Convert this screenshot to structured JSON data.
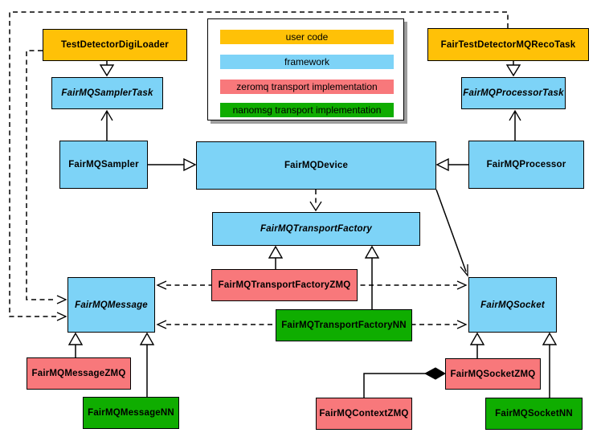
{
  "colors": {
    "user_code": "#FFC107",
    "framework": "#7DD3F7",
    "zeromq": "#F8787B",
    "nanomsg": "#0FAD00"
  },
  "legend": {
    "items": [
      {
        "label": "user code",
        "color": "user_code"
      },
      {
        "label": "framework",
        "color": "framework"
      },
      {
        "label": "zeromq transport implementation",
        "color": "zeromq"
      },
      {
        "label": "nanomsg transport implementation",
        "color": "nanomsg"
      }
    ]
  },
  "nodes": {
    "test_detector_digi_loader": {
      "label": "TestDetectorDigiLoader"
    },
    "fair_test_detector_mq_reco_task": {
      "label": "FairTestDetectorMQRecoTask"
    },
    "fairmq_sampler_task": {
      "label": "FairMQSamplerTask"
    },
    "fairmq_processor_task": {
      "label": "FairMQProcessorTask"
    },
    "fairmq_sampler": {
      "label": "FairMQSampler"
    },
    "fairmq_device": {
      "label": "FairMQDevice"
    },
    "fairmq_processor": {
      "label": "FairMQProcessor"
    },
    "fairmq_transport_factory": {
      "label": "FairMQTransportFactory"
    },
    "fairmq_transport_factory_zmq": {
      "label": "FairMQTransportFactoryZMQ"
    },
    "fairmq_transport_factory_nn": {
      "label": "FairMQTransportFactoryNN"
    },
    "fairmq_message": {
      "label": "FairMQMessage"
    },
    "fairmq_socket": {
      "label": "FairMQSocket"
    },
    "fairmq_message_zmq": {
      "label": "FairMQMessageZMQ"
    },
    "fairmq_message_nn": {
      "label": "FairMQMessageNN"
    },
    "fairmq_socket_zmq": {
      "label": "FairMQSocketZMQ"
    },
    "fairmq_socket_nn": {
      "label": "FairMQSocketNN"
    },
    "fairmq_context_zmq": {
      "label": "FairMQContextZMQ"
    }
  }
}
